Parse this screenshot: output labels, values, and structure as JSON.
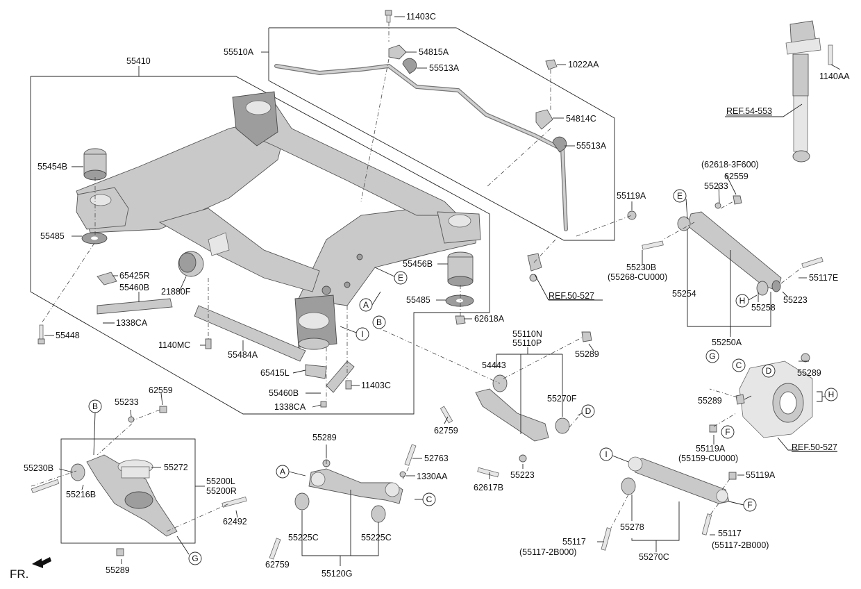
{
  "labels": {
    "l11403c_top": "11403C",
    "l55510a": "55510A",
    "l54815a": "54815A",
    "l55513a_1": "55513A",
    "l1022aa": "1022AA",
    "l54814c": "54814C",
    "l55513a_2": "55513A",
    "l55410": "55410",
    "l55454b": "55454B",
    "l55485_l": "55485",
    "l65425r": "65425R",
    "l55460b_t": "55460B",
    "l1338ca_t": "1338CA",
    "l55448": "55448",
    "l21880f": "21880F",
    "l1140mc": "1140MC",
    "l55484a": "55484A",
    "l65415l": "65415L",
    "l55460b_b": "55460B",
    "l11403c_b": "11403C",
    "l1338ca_b": "1338CA",
    "l55456b": "55456B",
    "l55485_r": "55485",
    "l62618a": "62618A",
    "l55119a_t": "55119A",
    "l1140aa": "1140AA",
    "ref5453": "REF.54-553",
    "ref50527_t": "REF.50-527",
    "l62618_3f600": "(62618-3F600)",
    "l62559_r": "62559",
    "l55233_r": "55233",
    "l55230b_r": "55230B",
    "l55268_cu000": "(55268-CU000)",
    "l55254": "55254",
    "l55117e": "55117E",
    "l55223_r": "55223",
    "l55258": "55258",
    "l55250a": "55250A",
    "l55110n": "55110N",
    "l55110p": "55110P",
    "l54443": "54443",
    "l55289_mid": "55289",
    "l55270f": "55270F",
    "l62759_mid": "62759",
    "l62617b": "62617B",
    "l55223_mid": "55223",
    "l55289_rt": "55289",
    "l55289_rl": "55289",
    "l55119a_m": "55119A",
    "l55159_cu000": "(55159-CU000)",
    "ref50527_b": "REF.50-527",
    "l55233_l": "55233",
    "l62559_l": "62559",
    "l55230b_l": "55230B",
    "l55272": "55272",
    "l55216b": "55216B",
    "l55200l": "55200L",
    "l55200r": "55200R",
    "l62492": "62492",
    "l55289_bl": "55289",
    "l55289_bc": "55289",
    "l52763": "52763",
    "l1330aa": "1330AA",
    "l55225c_l": "55225C",
    "l55225c_r": "55225C",
    "l62759_b": "62759",
    "l55120g": "55120G",
    "l55119a_b": "55119A",
    "l55278": "55278",
    "l55117_l": "55117",
    "l55117_2b000_l": "(55117-2B000)",
    "l55117_r": "55117",
    "l55117_2b000_r": "(55117-2B000)",
    "l55270c": "55270C",
    "fr": "FR."
  },
  "callouts": {
    "a1": "A",
    "b1": "B",
    "e1": "E",
    "i1": "I",
    "e2": "E",
    "h1": "H",
    "d1": "D",
    "g1": "G",
    "c1": "C",
    "d2": "D",
    "h2": "H",
    "f1": "F",
    "b2": "B",
    "g2": "G",
    "a2": "A",
    "c2": "C",
    "i2": "I",
    "f2": "F"
  }
}
